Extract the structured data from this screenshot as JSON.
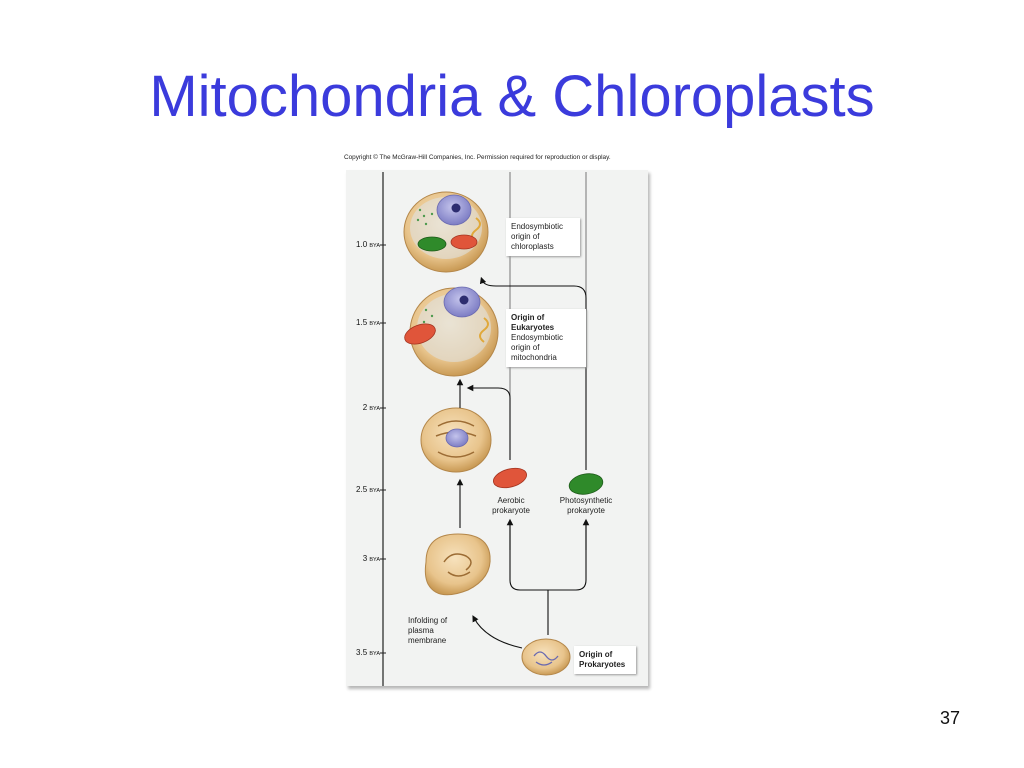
{
  "slide": {
    "title": "Mitochondria & Chloroplasts",
    "page_number": "37"
  },
  "figure": {
    "copyright": "Copyright © The McGraw-Hill Companies, Inc. Permission required for reproduction or display.",
    "timeline_unit": "BYA",
    "timeline": [
      {
        "value": "1.0"
      },
      {
        "value": "1.5"
      },
      {
        "value": "2"
      },
      {
        "value": "2.5"
      },
      {
        "value": "3"
      },
      {
        "value": "3.5"
      }
    ],
    "labels": {
      "chloroplast_origin": [
        "Endosymbiotic",
        "origin of",
        "chloroplasts"
      ],
      "eukaryote_origin_title": [
        "Origin of",
        "Eukaryotes"
      ],
      "eukaryote_origin_body": [
        "Endosymbiotic",
        "origin of",
        "mitochondria"
      ],
      "aerobic": [
        "Aerobic",
        "prokaryote"
      ],
      "photosynthetic": [
        "Photosynthetic",
        "prokaryote"
      ],
      "infolding": [
        "Infolding of",
        "plasma",
        "membrane"
      ],
      "prokaryote_origin": [
        "Origin of",
        "Prokaryotes"
      ]
    },
    "colors": {
      "title": "#3b3bdc",
      "cell_body": "#e8c48c",
      "mitochondrion": "#e0553a",
      "chloroplast": "#2f8a2a",
      "nucleus": "#8c8cd0"
    }
  }
}
